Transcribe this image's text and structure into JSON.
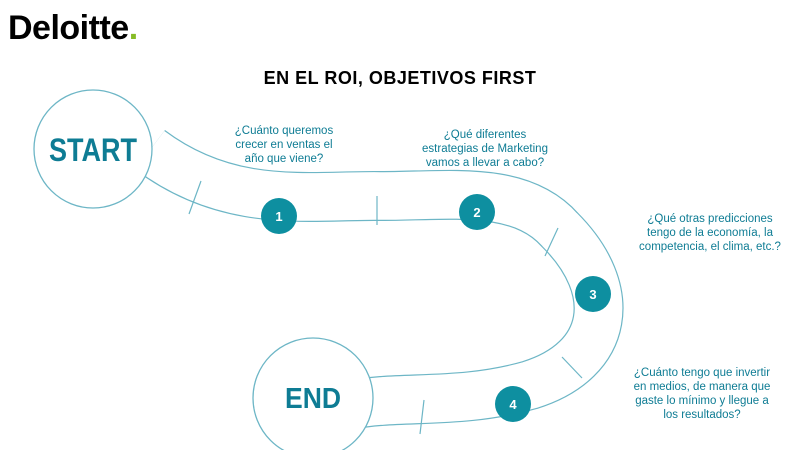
{
  "brand": {
    "name": "Deloitte",
    "dot": ".",
    "dot_color": "#86BC25"
  },
  "title": "EN EL ROI, OBJETIVOS FIRST",
  "colors": {
    "teal": "#0E8FA0",
    "road_stroke": "#6DB6C6",
    "text_teal": "#0E7C94"
  },
  "start_label": "START",
  "end_label": "END",
  "steps": [
    {
      "number": "1",
      "question_lines": [
        "¿Cuánto queremos",
        "crecer en ventas el",
        "año que viene?"
      ]
    },
    {
      "number": "2",
      "question_lines": [
        "¿Qué diferentes",
        "estrategias de Marketing",
        "vamos a llevar a cabo?"
      ]
    },
    {
      "number": "3",
      "question_lines": [
        "¿Qué otras predicciones",
        "tengo de la economía, la",
        "competencia, el clima, etc.?"
      ]
    },
    {
      "number": "4",
      "question_lines": [
        "¿Cuánto tengo que invertir",
        "en medios, de manera que",
        "gaste lo mínimo y llegue a",
        "los resultados?"
      ]
    }
  ]
}
